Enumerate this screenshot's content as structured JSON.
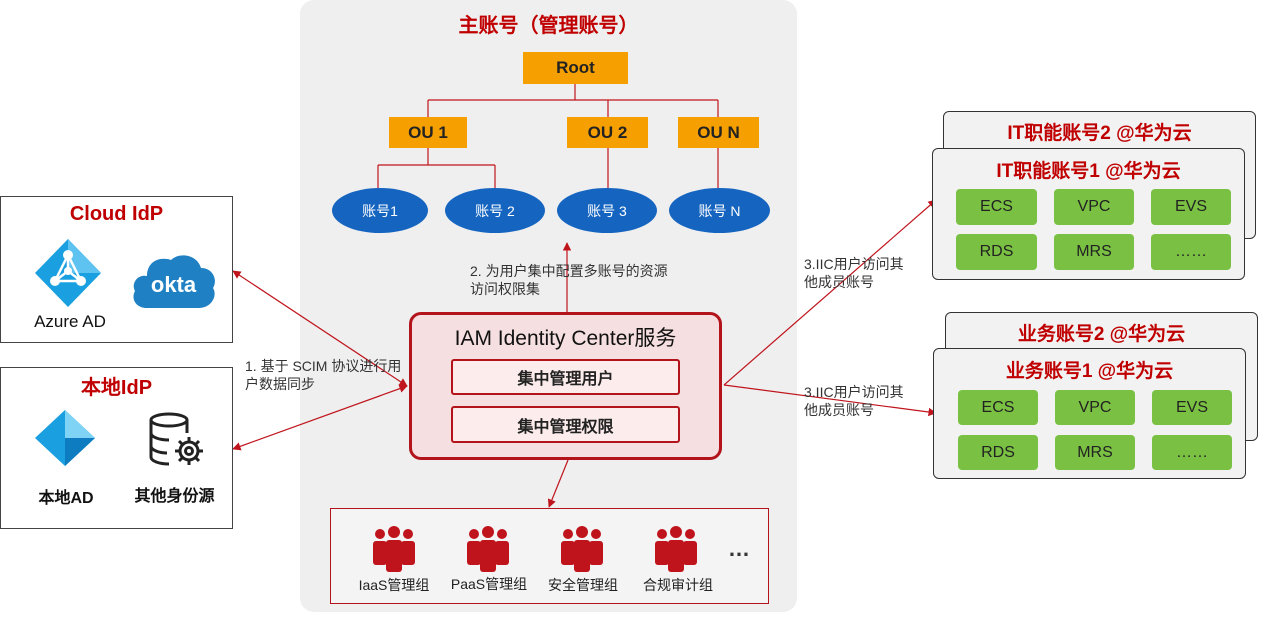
{
  "main": {
    "title": "主账号（管理账号）",
    "root": "Root",
    "ous": [
      "OU 1",
      "OU 2",
      "OU N"
    ],
    "accounts": [
      "账号1",
      "账号 2",
      "账号 3",
      "账号 N"
    ]
  },
  "service": {
    "title": "IAM Identity Center服务",
    "user_mgmt": "集中管理用户",
    "perm_mgmt": "集中管理权限"
  },
  "notes": {
    "step1": "1. 基于 SCIM 协议进行用户数据同步",
    "step2": "2. 为用户集中配置多账号的资源访问权限集",
    "step3_top": "3.IIC用户访问其他成员账号",
    "step3_bottom": "3.IIC用户访问其他成员账号"
  },
  "cloud_idp": {
    "title": "Cloud IdP",
    "azure_label": "Azure AD",
    "okta_label": "okta"
  },
  "local_idp": {
    "title": "本地IdP",
    "ad_label": "本地AD",
    "other_label": "其他身份源"
  },
  "it_accounts": {
    "back_title": "IT职能账号2 @华为云",
    "front_title": "IT职能账号1 @华为云",
    "services": [
      "ECS",
      "VPC",
      "EVS",
      "RDS",
      "MRS",
      "……"
    ]
  },
  "biz_accounts": {
    "back_title": "业务账号2 @华为云",
    "front_title": "业务账号1 @华为云",
    "services": [
      "ECS",
      "VPC",
      "EVS",
      "RDS",
      "MRS",
      "……"
    ]
  },
  "groups": {
    "items": [
      "IaaS管理组",
      "PaaS管理组",
      "安全管理组",
      "合规审计组"
    ],
    "more": "…"
  },
  "colors": {
    "accent_red": "#c00000",
    "service_border": "#b3141c",
    "ou_orange": "#f5a000",
    "account_blue": "#1565c0",
    "green": "#7ac143"
  }
}
